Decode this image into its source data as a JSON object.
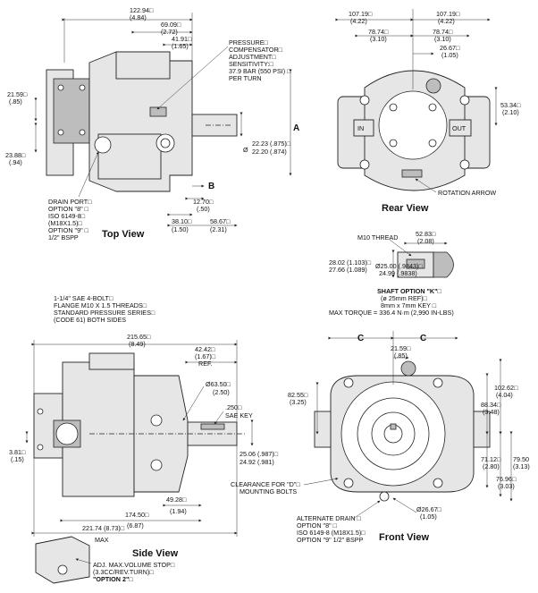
{
  "views": {
    "top": "Top View",
    "rear": "Rear View",
    "side": "Side View",
    "front": "Front View"
  },
  "top": {
    "d1": "122.94□",
    "d1b": "(4.84)",
    "d2": "69.09□",
    "d2b": "(2.72)",
    "d3": "41.91□",
    "d3b": "(1.65)",
    "comp": [
      "PRESSURE□",
      "COMPENSATOR□",
      "ADJUSTMENT□",
      "SENSITIVITY:□",
      "37.9 BAR (550 PSI) □",
      "PER TURN"
    ],
    "d4": "21.59□",
    "d4b": "(.85)",
    "d5": "23.88□",
    "d5b": "(.94)",
    "shaft": "22.23 (.875)□",
    "shaft2": "22.20 (.874)",
    "phi": "Ø",
    "A": "A",
    "B": "B",
    "drain": [
      "DRAIN PORT□",
      "OPTION \"8\" □",
      "ISO 6149-8□",
      "(M18X1.5)□",
      "OPTION \"9\" □",
      "1/2\" BSPP"
    ],
    "d6": "12.70□",
    "d6b": "(.50)",
    "d7": "38.10□",
    "d7b": "(1.50)",
    "d8": "58.67□",
    "d8b": "(2.31)"
  },
  "rear": {
    "d1": "107.19□",
    "d1b": "(4.22)",
    "d2": "107.19□",
    "d2b": "(4.22)",
    "d3": "78.74□",
    "d3b": "(3.10)",
    "d4": "78.74□",
    "d4b": "(3.10)",
    "d5": "26.67□",
    "d5b": "(1.05)",
    "d6": "53.34□",
    "d6b": "(2.10)",
    "in": "IN",
    "out": "OUT",
    "arrow": "ROTATION ARROW"
  },
  "shaftopt": {
    "thread": "M10 THREAD",
    "d1": "52.83□",
    "d1b": "(2.08)",
    "d2": "28.02 (1.103)□",
    "d2b": "27.66 (1.089)",
    "d3": "Ø25.00 (.9843)□",
    "d3b": "24.99 (.9838)",
    "title": "SHAFT OPTION \"K\"□",
    "l1": "(ø 25mm REF)□",
    "l2": "8mm x 7mm KEY □",
    "l3": "MAX TORQUE = 336.4 N·m (2,990 IN-LBS)"
  },
  "side": {
    "flange": [
      "1-1/4\" SAE 4-BOLT□",
      "FLANGE M10 X 1.5 THREADS□",
      "STANDARD PRESSURE SERIES□",
      "(CODE 61) BOTH SIDES"
    ],
    "d1": "215.65□",
    "d1b": "(8.49)",
    "d2": "42.42□",
    "d2b": "(1.67)□",
    "d2c": "REF.",
    "d3": "Ø63.50□",
    "d3b": "(2.50)",
    "d4": ".250□",
    "d4b": "SAE KEY",
    "d5": "3.81□",
    "d5b": "(.15)",
    "d6": "25.06 (.987)□",
    "d6b": "24.92 (.981)",
    "d7": "49.28□",
    "d7b": "(1.94)",
    "d8": "174.50□",
    "d8b": "(6.87)",
    "d9": "221.74 (8.73)□",
    "d9b": "MAX",
    "stop": [
      "ADJ. MAX.VOLUME STOP□",
      "(3.3CC/REV.TURN)□"
    ],
    "opt2": "\"OPTION 2\"□"
  },
  "front": {
    "C1": "C",
    "C2": "C",
    "d1": "21.59□",
    "d1b": "(.85)",
    "d2": "82.55□",
    "d2b": "(3.25)",
    "d3": "102.62□",
    "d3b": "(4.04)",
    "d4": "88.34□",
    "d4b": "(3.48)",
    "d5": "71.12□",
    "d5b": "(2.80)",
    "d6": "79.50",
    "d6b": "(3.13)",
    "d7": "76.96□",
    "d7b": "(3.03)",
    "d8": "Ø26.67□",
    "d8b": "(1.05)",
    "clearance": [
      "CLEARANCE FOR \"D\"□",
      "MOUNTING BOLTS"
    ],
    "drain": [
      "ALTERNATE DRAIN □",
      "OPTION \"8\" □",
      "ISO 6149-8 (M18X1.5)□",
      "OPTION \"9\" 1/2\" BSPP"
    ]
  }
}
